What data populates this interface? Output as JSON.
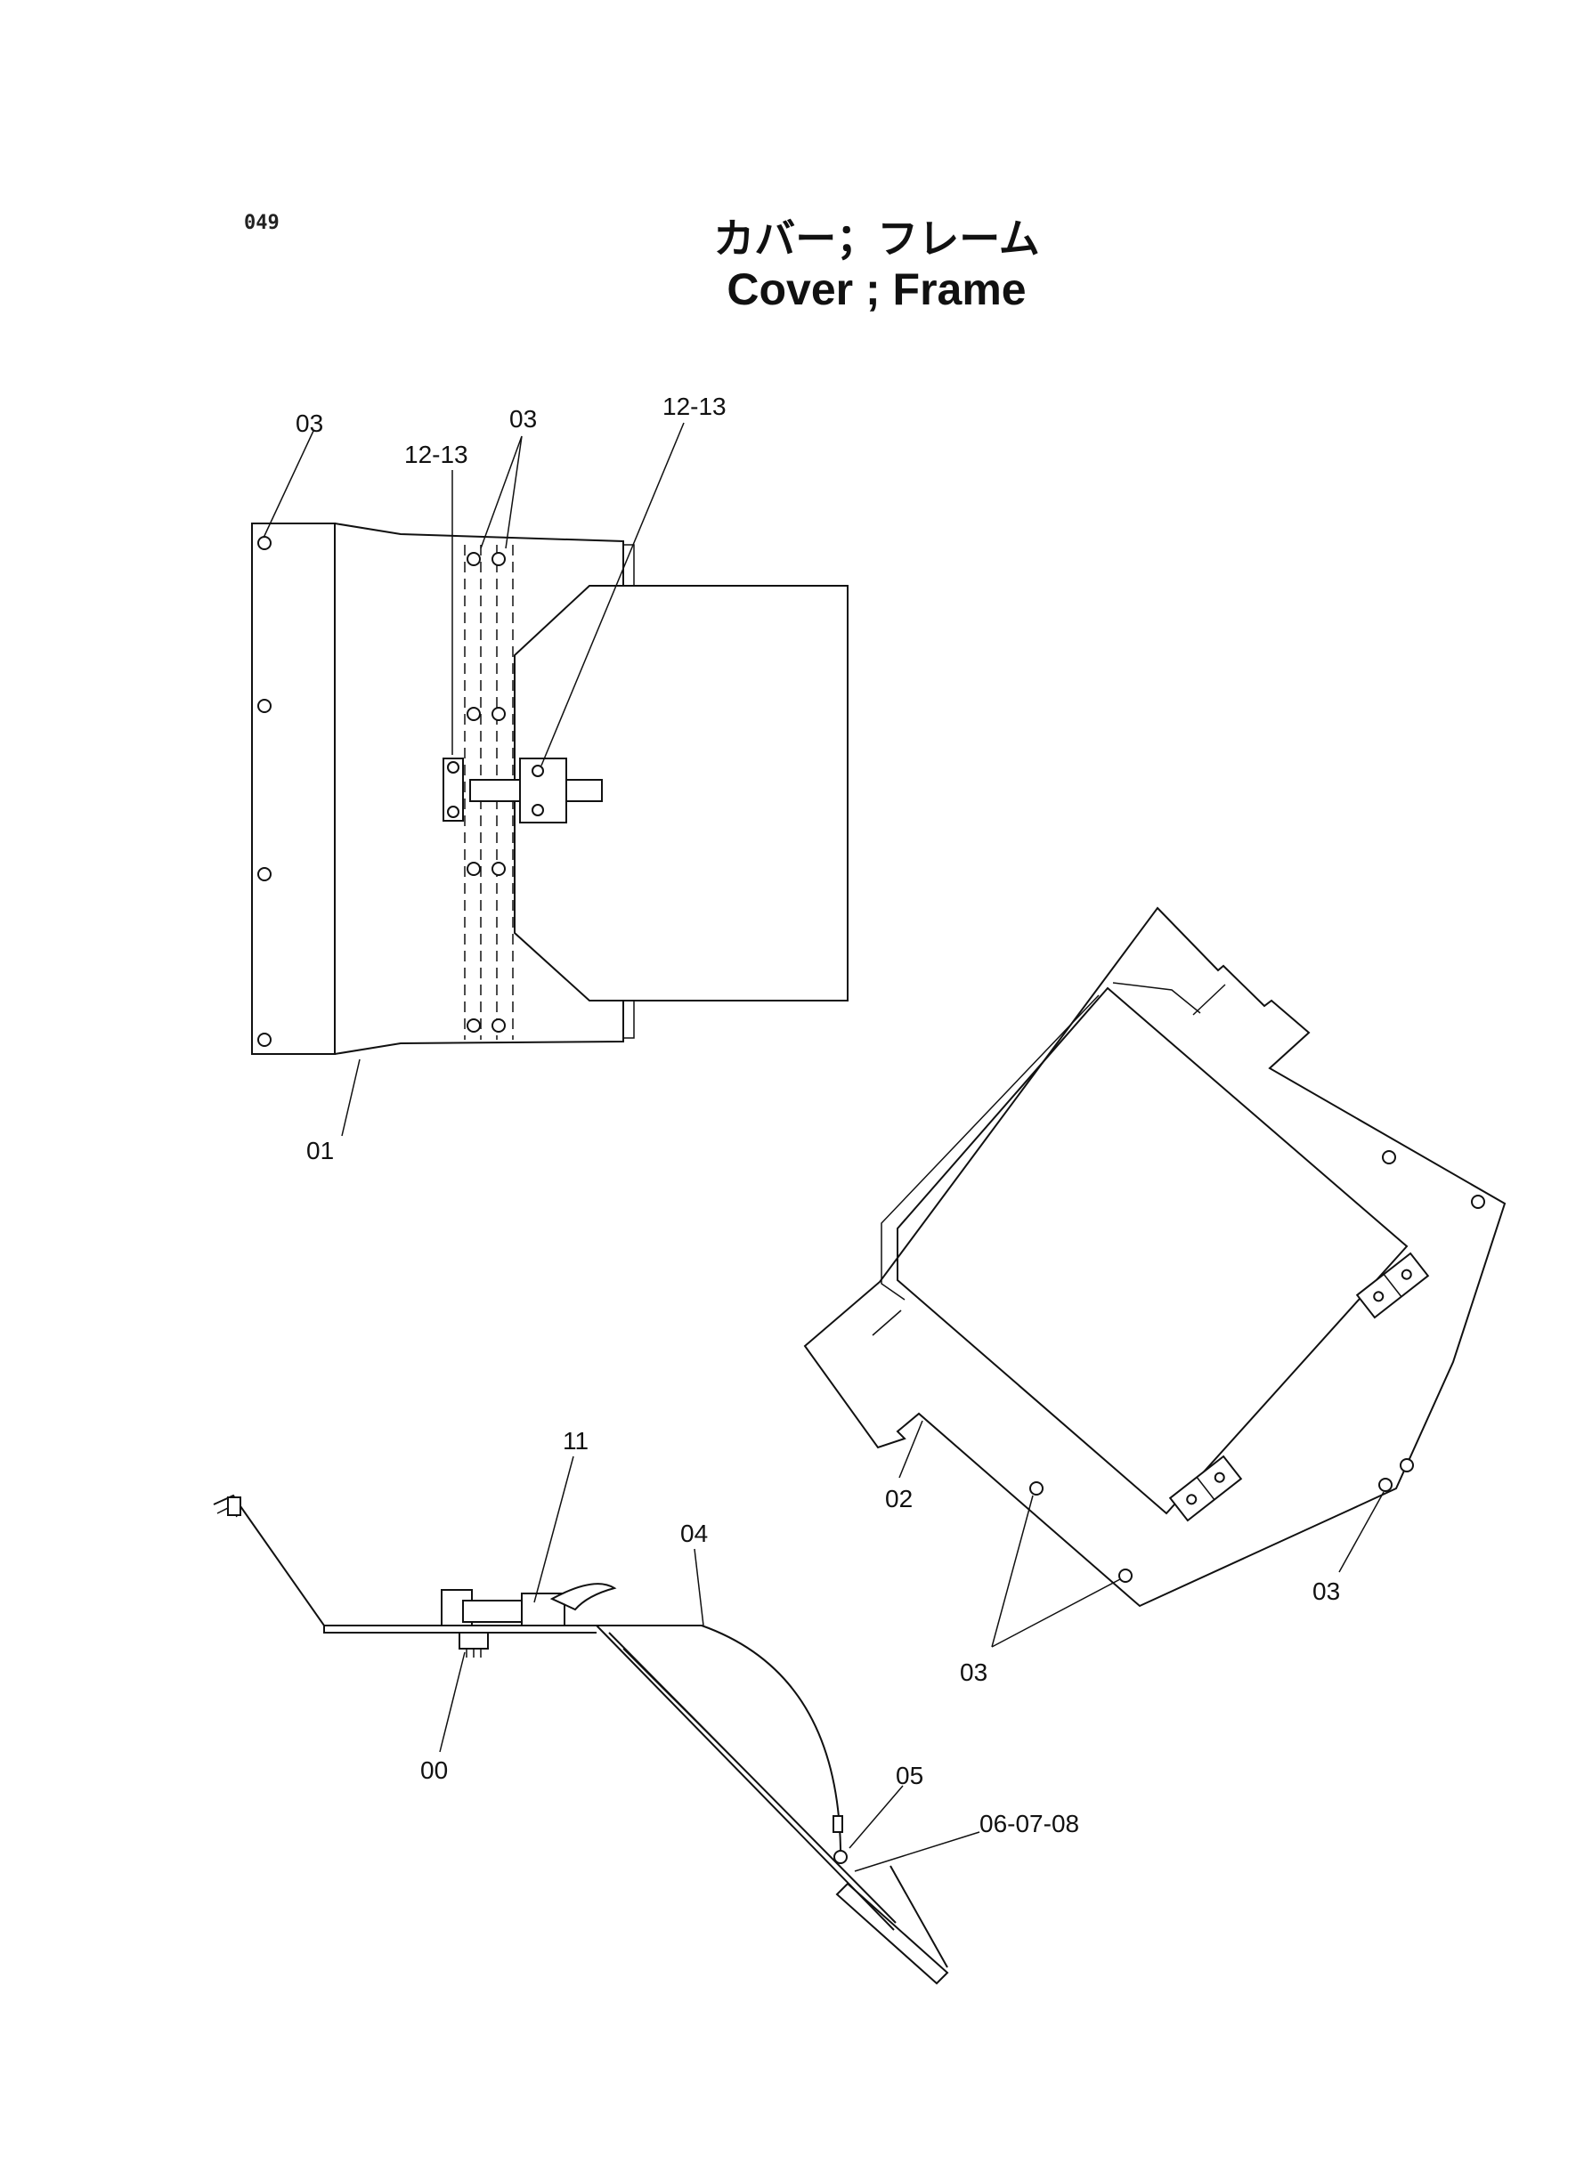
{
  "page_number": "049",
  "title": {
    "japanese": "カバー；フレーム",
    "english": "Cover ; Frame"
  },
  "callouts": {
    "top_view": {
      "c03_left": "03",
      "c03_center": "03",
      "c12_13_left": "12-13",
      "c12_13_right": "12-13",
      "c01": "01"
    },
    "angled_view": {
      "c02": "02",
      "c03_right": "03",
      "c03_bottom": "03"
    },
    "side_view": {
      "c11": "11",
      "c04": "04",
      "c00": "00",
      "c05": "05",
      "c06_07_08": "06-07-08"
    }
  }
}
